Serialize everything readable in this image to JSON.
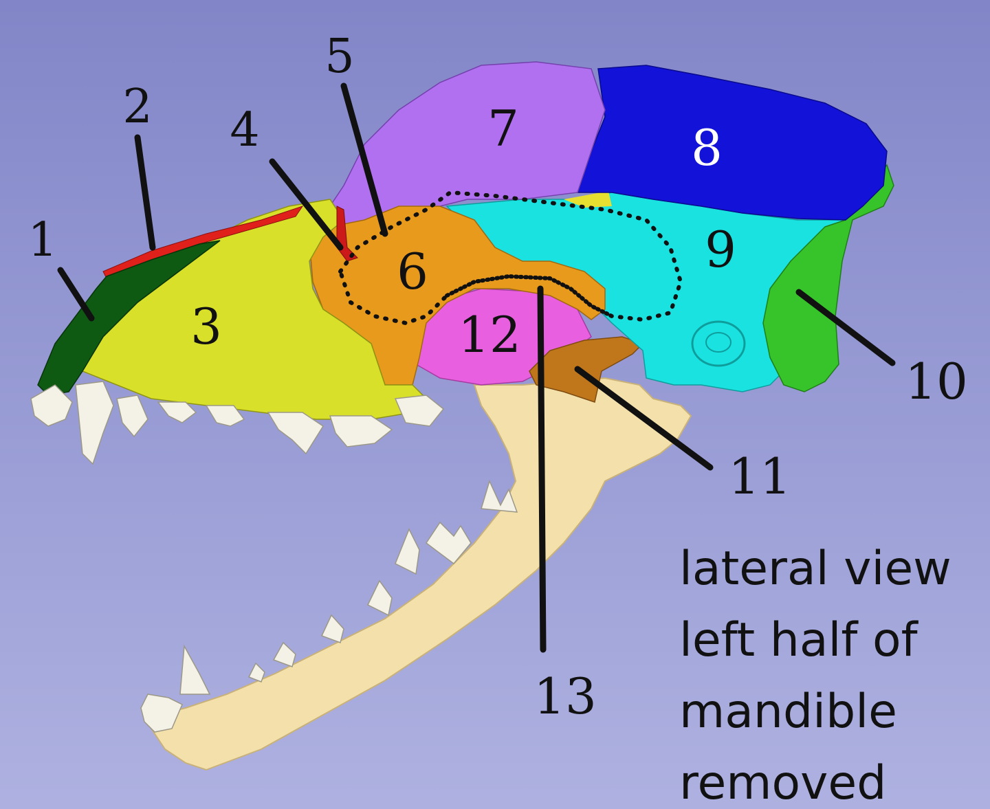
{
  "labels": {
    "l1": "1",
    "l2": "2",
    "l3": "3",
    "l4": "4",
    "l5": "5",
    "l6": "6",
    "l7": "7",
    "l8": "8",
    "l9": "9",
    "l10": "10",
    "l11": "11",
    "l12": "12",
    "l13": "13"
  },
  "caption": {
    "line1": "lateral view",
    "line2": "left half of",
    "line3": "mandible",
    "line4": "removed"
  },
  "colors": {
    "background_top": "#8286c8",
    "background_bottom": "#aeb1e0",
    "incisive": "#0f5a12",
    "nasal": "#e0201a",
    "maxilla": "#d8e02a",
    "lacrimal": "#cc1a1a",
    "zygomatic": "#e89a1c",
    "frontal": "#b070f0",
    "parietal": "#1212d8",
    "temporal": "#19e2e0",
    "occipital": "#36c42a",
    "pterygoid": "#c0761a",
    "palatine": "#e860e0",
    "mandible": "#f3e0aa",
    "teeth": "#f4f1e6"
  }
}
